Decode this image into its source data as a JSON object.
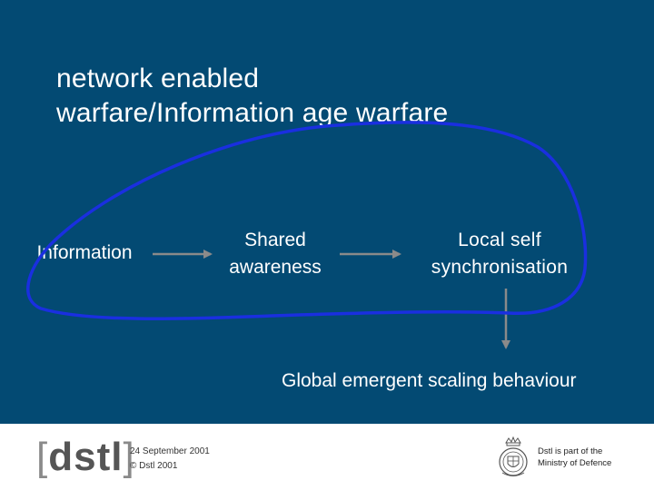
{
  "slide": {
    "title_lines": [
      "network enabled",
      "warfare/Information age warfare"
    ],
    "nodes": {
      "information": "Information",
      "shared_lines": [
        "Shared",
        "awareness"
      ],
      "local_lines": [
        "Local  self",
        "synchronisation"
      ],
      "global": "Global emergent scaling behaviour"
    },
    "colors": {
      "background": "#034a73",
      "text": "#ffffff",
      "arrow": "#8a8a8a",
      "loop": "#1a2fe0"
    }
  },
  "footer": {
    "logo_text": "dstl",
    "logo_left_bracket": "[",
    "logo_right_bracket": "]",
    "date": "24 September 2001",
    "copyright": "© Dstl 2001",
    "mod_lines": [
      "Dstl is part of the",
      "Ministry of Defence"
    ],
    "crest_icon": "royal-crest-icon"
  }
}
